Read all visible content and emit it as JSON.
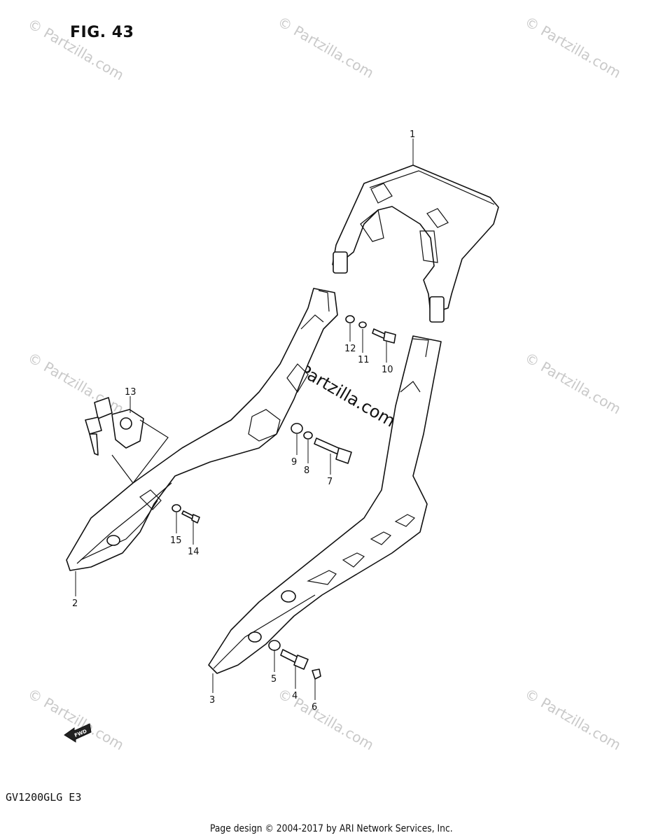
{
  "figure": {
    "title": "FIG. 43"
  },
  "model_code": "GV1200GLG E3",
  "footer": "Page design © 2004-2017 by ARI Network Services, Inc.",
  "watermark": {
    "text": "© Partzilla.com",
    "center_text": "© Partzilla.com",
    "color": "#c9c9c9"
  },
  "fwd_label": "FWD",
  "callouts": [
    {
      "id": "1",
      "label": "1"
    },
    {
      "id": "2",
      "label": "2"
    },
    {
      "id": "3",
      "label": "3"
    },
    {
      "id": "4",
      "label": "4"
    },
    {
      "id": "5",
      "label": "5"
    },
    {
      "id": "6",
      "label": "6"
    },
    {
      "id": "7",
      "label": "7"
    },
    {
      "id": "8",
      "label": "8"
    },
    {
      "id": "9",
      "label": "9"
    },
    {
      "id": "10",
      "label": "10"
    },
    {
      "id": "11",
      "label": "11"
    },
    {
      "id": "12",
      "label": "12"
    },
    {
      "id": "13",
      "label": "13"
    },
    {
      "id": "14",
      "label": "14"
    },
    {
      "id": "15",
      "label": "15"
    }
  ]
}
